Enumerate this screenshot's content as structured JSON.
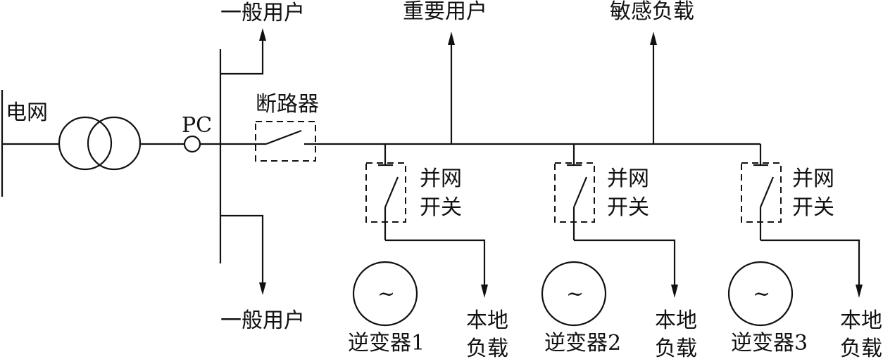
{
  "labels": {
    "grid": "电网",
    "pc": "PC",
    "breaker": "断路器",
    "general_user_top": "一般用户",
    "general_user_bottom": "一般用户",
    "important_user": "重要用户",
    "sensitive_load": "敏感负载",
    "grid_switch_line1": "并网",
    "grid_switch_line2": "开关",
    "inverter_symbol": "~",
    "local_load_line1": "本地",
    "local_load_line2": "负载"
  },
  "inverters": [
    {
      "name": "逆变器1"
    },
    {
      "name": "逆变器2"
    },
    {
      "name": "逆变器3"
    }
  ]
}
